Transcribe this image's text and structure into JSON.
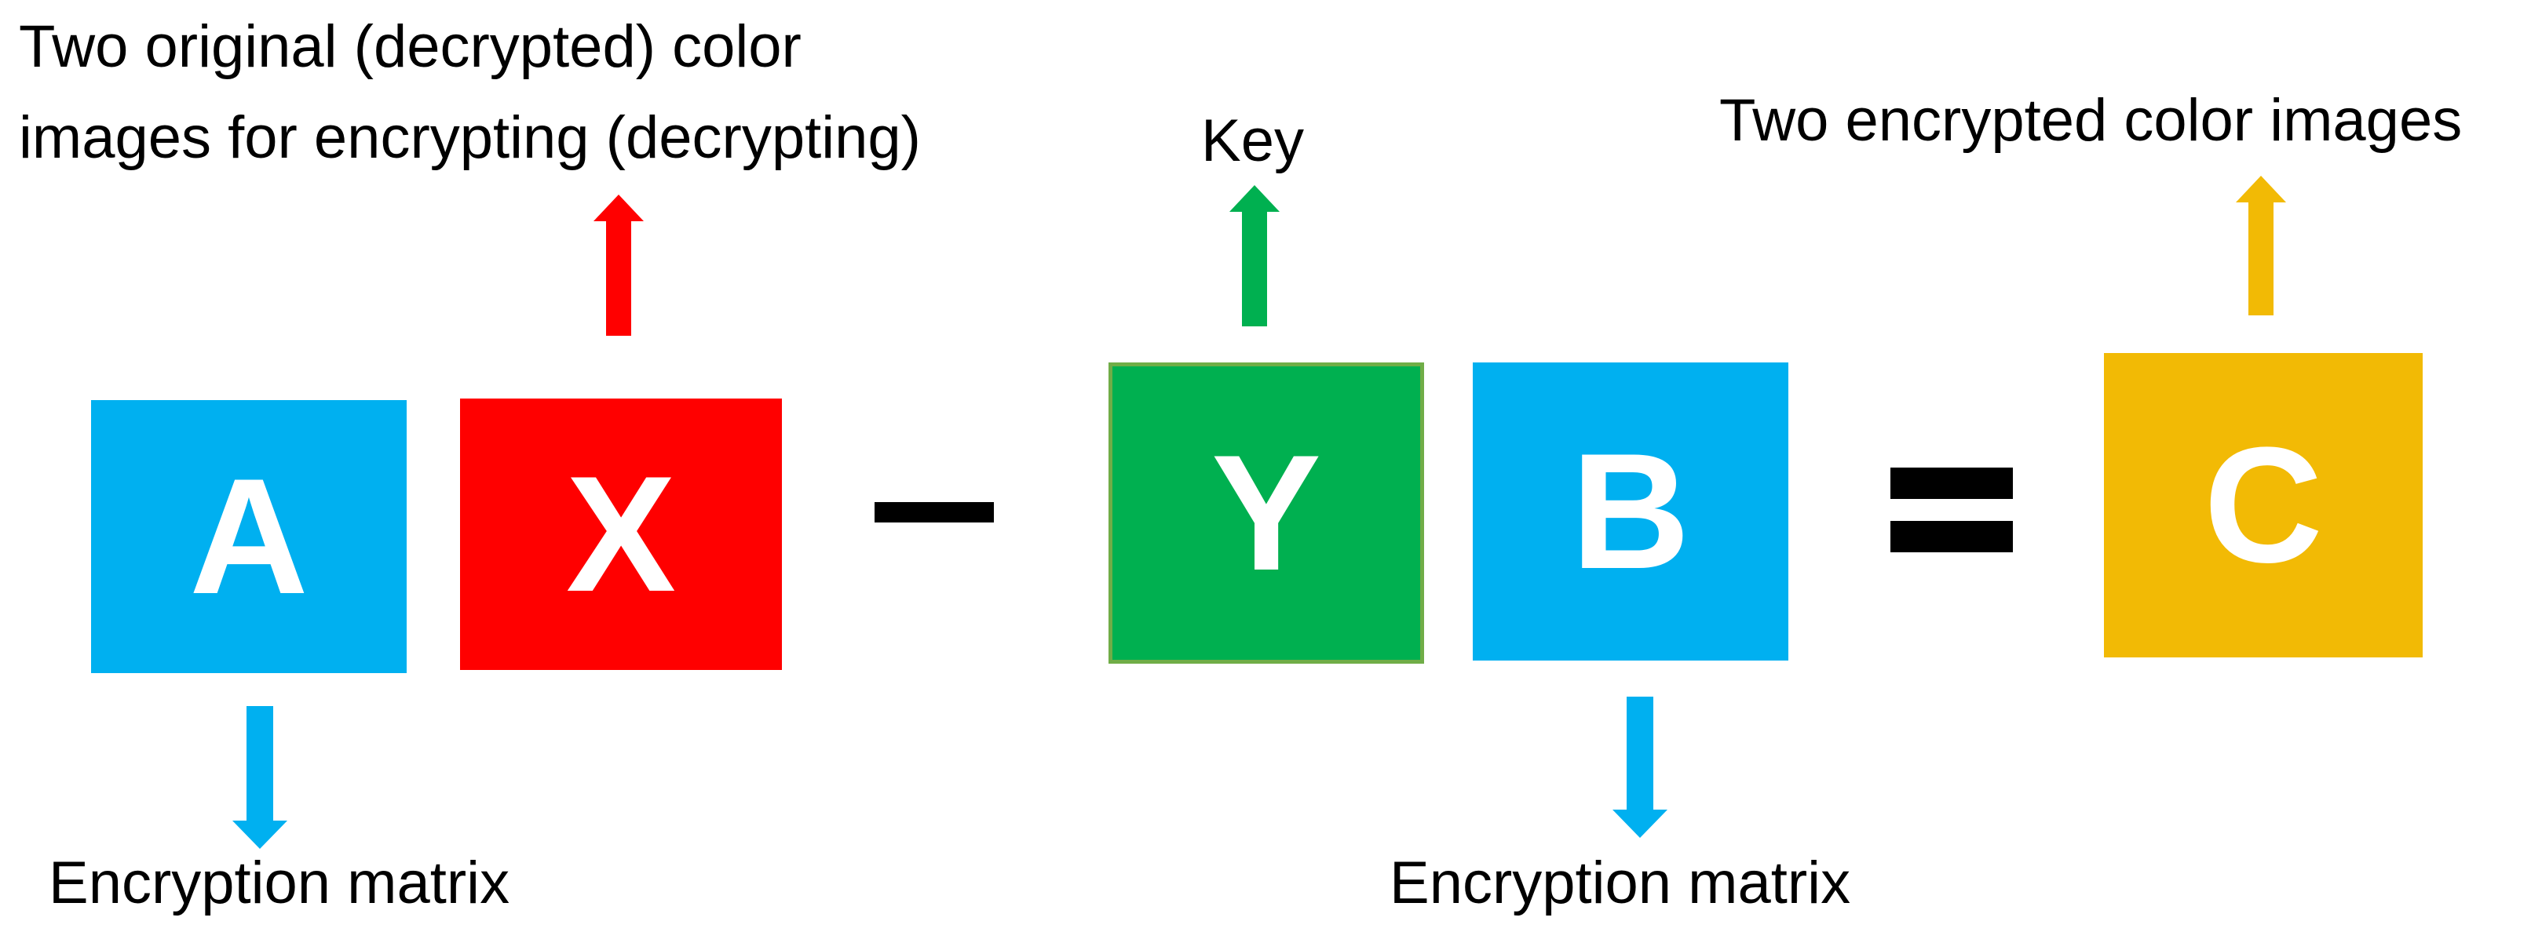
{
  "labels": {
    "original_images_line1": "Two original (decrypted) color",
    "original_images_line2": "images for encrypting (decrypting)",
    "key": "Key",
    "encrypted_images": "Two encrypted color images",
    "encryption_matrix_a": "Encryption matrix",
    "encryption_matrix_b": "Encryption matrix"
  },
  "boxes": {
    "a": {
      "letter": "A",
      "color": "#00B0F0"
    },
    "x": {
      "letter": "X",
      "color": "#FF0000"
    },
    "y": {
      "letter": "Y",
      "color": "#00B050"
    },
    "b": {
      "letter": "B",
      "color": "#00B0F0"
    },
    "c": {
      "letter": "C",
      "color": "#F2BA05"
    }
  },
  "operators": {
    "minus": "minus",
    "equals": "equals"
  },
  "colors": {
    "blue": "#00B0F0",
    "red": "#FF0000",
    "green": "#00B050",
    "gold": "#F2BA05",
    "text": "#000000"
  }
}
